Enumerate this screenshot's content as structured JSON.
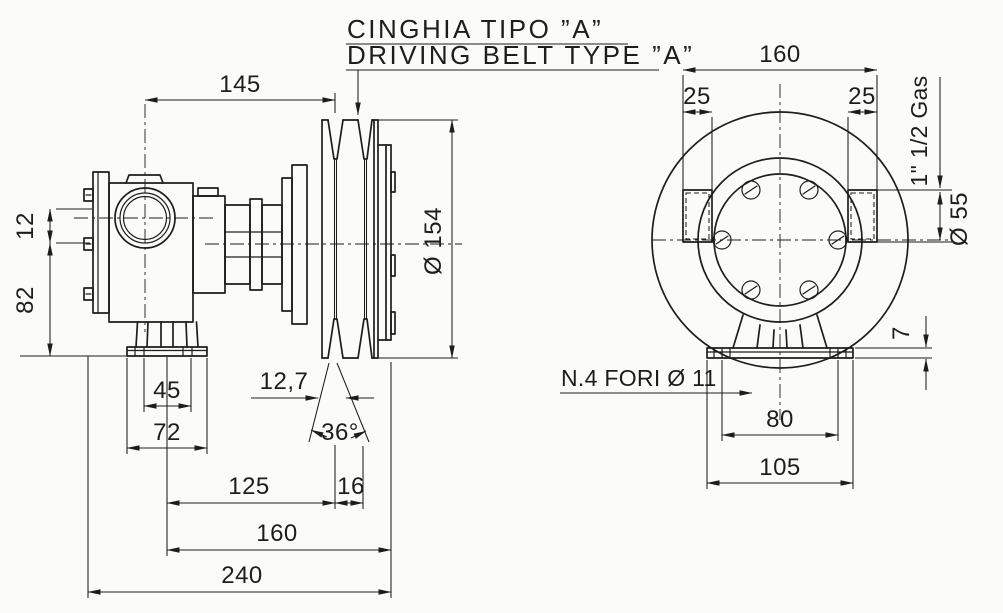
{
  "colors": {
    "ink": "#1d1d1b",
    "paper": "#fbfbf8"
  },
  "notes": {
    "belt_line1": "CINGHIA TIPO ”A”",
    "belt_line2": "DRIVING BELT TYPE ”A”",
    "holes_note": "N.4 FORI Ø 11",
    "thread_label": "1\" 1/2 Gas"
  },
  "side_view": {
    "dims": {
      "flange_to_groove": "145",
      "tab_pitch": "12",
      "flange_height": "82",
      "pulley_diameter": "Ø 154",
      "groove_width": "12,7",
      "groove_angle": "36°",
      "foot_slot_span": "45",
      "foot_width": "72",
      "foot_to_groove": "125",
      "groove_pitch": "16",
      "foot_to_pulley_face": "160",
      "overall_length": "240"
    }
  },
  "front_view": {
    "dims": {
      "port_face_span": "160",
      "port_depth_left": "25",
      "port_depth_right": "25",
      "port_diameter": "Ø 55",
      "base_thickness": "7",
      "slot_pitch": "80",
      "base_width": "105"
    }
  }
}
